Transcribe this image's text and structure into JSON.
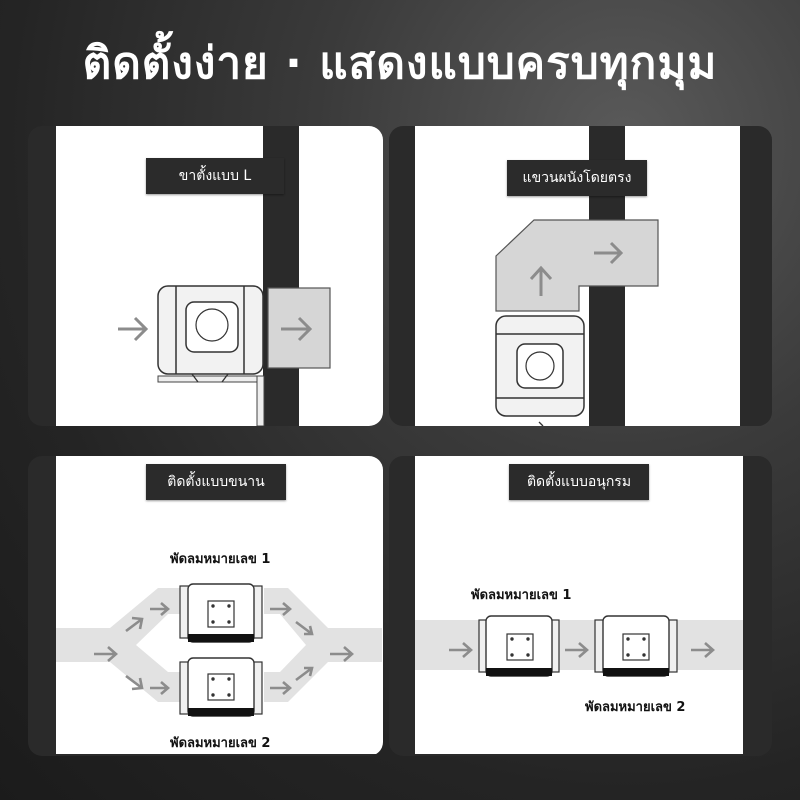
{
  "headline": "ติดตั้งง่าย · แสดงแบบครบทุกมุม",
  "panels": [
    {
      "label": "ขาตั้งแบบ L"
    },
    {
      "label": "แขวนผนังโดยตรง"
    },
    {
      "label": "ติดตั้งแบบขนาน",
      "fan1": "พัดลมหมายเลข 1",
      "fan2": "พัดลมหมายเลข 2"
    },
    {
      "label": "ติดตั้งแบบอนุกรม",
      "fan1": "พัดลมหมายเลข 1",
      "fan2": "พัดลมหมายเลข 2"
    }
  ],
  "colors": {
    "panel_bg": "#ffffff",
    "wall": "#2a2a2a",
    "duct": "#d9d9d9",
    "arrow": "#8c8c8c"
  }
}
